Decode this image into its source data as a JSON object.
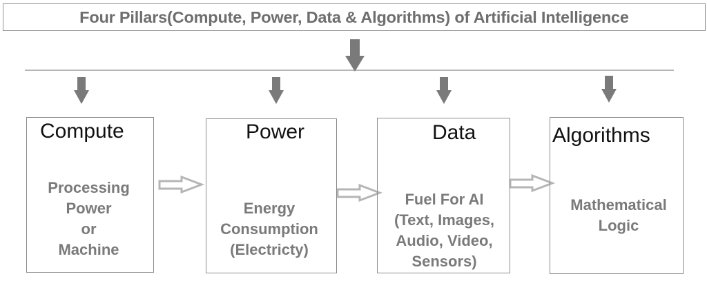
{
  "title": "Four Pillars(Compute, Power, Data & Algorithms) of Artificial Intelligence",
  "pillars": [
    {
      "name": "Compute",
      "description": [
        "Processing",
        "Power",
        "or",
        "Machine"
      ]
    },
    {
      "name": "Power",
      "description": [
        "Energy",
        "Consumption",
        "(Electricty)"
      ]
    },
    {
      "name": "Data",
      "description": [
        "Fuel For AI",
        "(Text, Images,",
        "Audio, Video,",
        "Sensors)"
      ]
    },
    {
      "name": "Algorithms",
      "description": [
        "Mathematical",
        "Logic"
      ]
    }
  ],
  "colors": {
    "arrow": "#7a7a7a",
    "connector_line": "#8a8a8a",
    "title_text": "#6e6e6e",
    "pillar_title_text": "#111111",
    "description_text": "#7a7a7a",
    "hollow_arrow": "#b5b5b5"
  }
}
